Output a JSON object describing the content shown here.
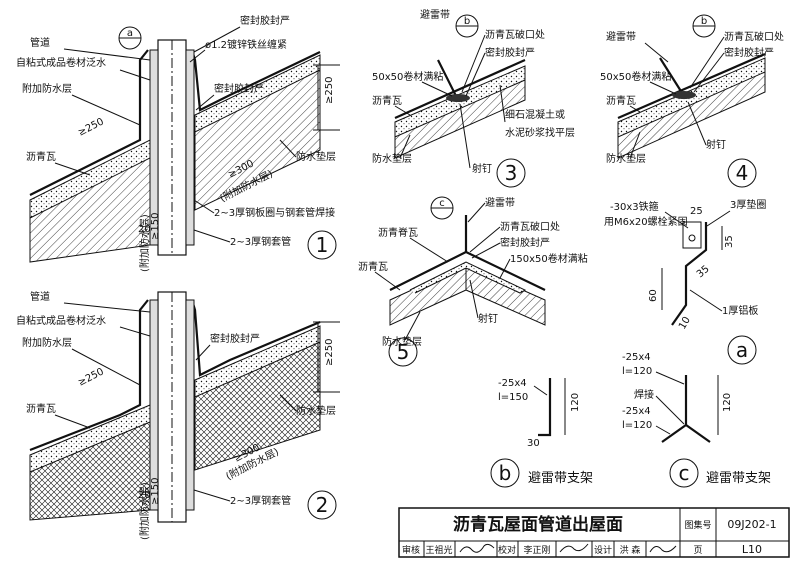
{
  "detail1": {
    "section_mark": "a",
    "labels": {
      "pipe": "管道",
      "self_adhesive": "自粘式成品卷材泛水",
      "extra_waterproof": "附加防水层",
      "asphalt_tile": "沥青瓦",
      "sealant_top": "密封胶封严",
      "wire": "ø1.2镀锌铁丝缠紧",
      "sealant_mid": "密封胶封严",
      "waterproof_underlay": "防水垫层",
      "steel_ring_weld": "2~3厚钢板圈与钢套管焊接",
      "steel_sleeve": "2~3厚钢套管",
      "dim_250": "≥250",
      "dim_250_left": "≥250",
      "dim_300": "≥300",
      "dim_300_note": "(附加防水层)",
      "dim_150": "≥150",
      "dim_150_note": "(附加防水层)",
      "dim_20": "20"
    },
    "number": "1"
  },
  "detail2": {
    "labels": {
      "pipe": "管道",
      "self_adhesive": "自粘式成品卷材泛水",
      "extra_waterproof": "附加防水层",
      "asphalt_tile": "沥青瓦",
      "sealant": "密封胶封严",
      "waterproof_underlay": "防水垫层",
      "steel_sleeve": "2~3厚钢套管",
      "dim_250": "≥250",
      "dim_250_left": "≥250",
      "dim_300": "≥300",
      "dim_300_note": "(附加防水层)",
      "dim_150": "≥150",
      "dim_150_note": "(附加防水层)",
      "dim_20": "20"
    },
    "number": "2"
  },
  "detail3": {
    "section_mark": "b",
    "labels": {
      "lightning_strip": "避雷带",
      "tile_break": "沥青瓦破口处",
      "sealant": "密封胶封严",
      "sheet_glue": "50x50卷材满粘",
      "asphalt_tile": "沥青瓦",
      "concrete": "细石混凝土或",
      "mortar": "水泥砂浆找平层",
      "nail": "射钉",
      "waterproof_underlay": "防水垫层"
    },
    "number": "3"
  },
  "detail4": {
    "section_mark": "b",
    "labels": {
      "lightning_strip": "避雷带",
      "tile_break": "沥青瓦破口处",
      "sealant": "密封胶封严",
      "sheet_glue": "50x50卷材满粘",
      "asphalt_tile": "沥青瓦",
      "nail": "射钉",
      "waterproof_underlay": "防水垫层"
    },
    "number": "4"
  },
  "detail5": {
    "section_mark": "c",
    "labels": {
      "lightning_strip": "避雷带",
      "ridge_tile": "沥青脊瓦",
      "tile_break": "沥青瓦破口处",
      "sealant": "密封胶封严",
      "asphalt_tile": "沥青瓦",
      "sheet_glue": "150x50卷材满粘",
      "nail": "射钉",
      "waterproof_underlay": "防水垫层"
    },
    "number": "5"
  },
  "detail_a": {
    "labels": {
      "flat_iron": "-30x3铁箍",
      "bolt": "用M6x20螺栓紧固",
      "pad": "3厚垫圈",
      "dim_25": "25",
      "dim_35a": "35",
      "dim_35b": "35",
      "dim_60": "60",
      "dim_10": "10",
      "aluminium": "1厚铝板"
    },
    "number": "a"
  },
  "detail_b": {
    "labels": {
      "flat": "-25x4",
      "length": "l=150",
      "dim_120": "120",
      "dim_30": "30",
      "caption": "避雷带支架"
    },
    "number": "b"
  },
  "detail_c": {
    "labels": {
      "flat1": "-25x4",
      "length1": "l=120",
      "weld": "焊接",
      "flat2": "-25x4",
      "length2": "l=120",
      "dim_120": "120",
      "caption": "避雷带支架"
    },
    "number": "c"
  },
  "title_block": {
    "title": "沥青瓦屋面管道出屋面",
    "atlas_label": "图集号",
    "atlas_no": "09J202-1",
    "review_label": "审核",
    "reviewer": "王祖光",
    "check_label": "校对",
    "checker": "李正刚",
    "design_label": "设计",
    "designer": "洪 森",
    "page_label": "页",
    "page_no": "L10"
  }
}
